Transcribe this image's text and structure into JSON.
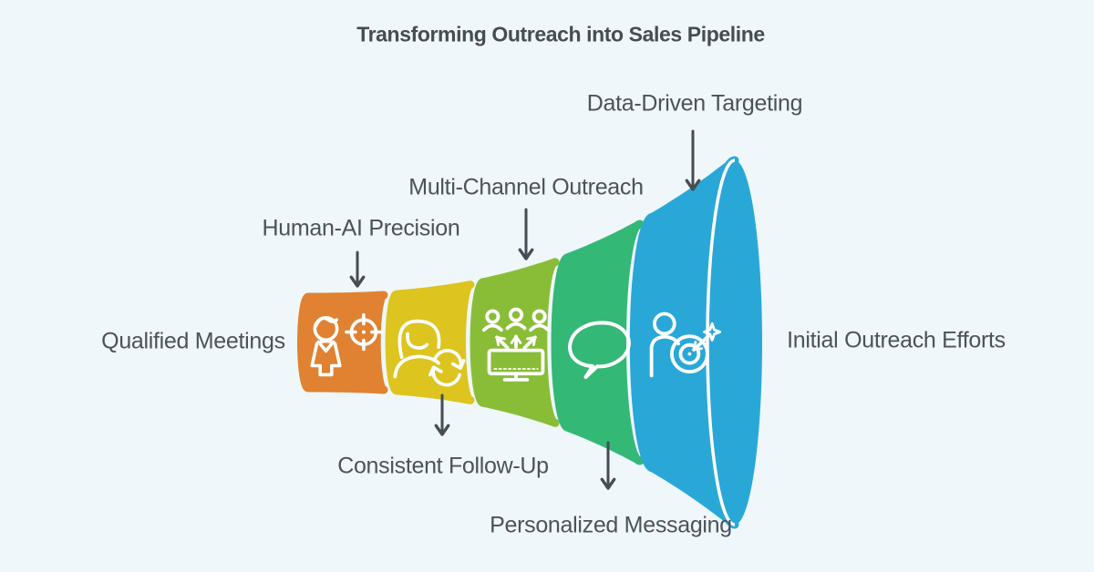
{
  "background_color": "#EFF7FA",
  "title": "Transforming Outreach into Sales Pipeline",
  "title_color": "#454C53",
  "funnel": {
    "left_label": "Qualified Meetings",
    "right_label": "Initial Outreach Efforts",
    "label_color": "#4A535A",
    "arrow_color": "#454D54",
    "icon_color": "#FFFFFF",
    "stages": [
      {
        "annotation": "Human-AI Precision",
        "annotation_position": "top",
        "color": "#E08231",
        "icon": "person-crosshair-icon"
      },
      {
        "annotation": "Consistent Follow-Up",
        "annotation_position": "bottom",
        "color": "#DDC41F",
        "icon": "support-agent-refresh-icon"
      },
      {
        "annotation": "Multi-Channel Outreach",
        "annotation_position": "top",
        "color": "#8ABD37",
        "icon": "audience-broadcast-icon"
      },
      {
        "annotation": "Personalized Messaging",
        "annotation_position": "bottom",
        "color": "#34B876",
        "icon": "speech-bubble-icon"
      },
      {
        "annotation": "Data-Driven Targeting",
        "annotation_position": "top",
        "color": "#29A8D8",
        "icon": "person-dartboard-icon"
      }
    ]
  }
}
